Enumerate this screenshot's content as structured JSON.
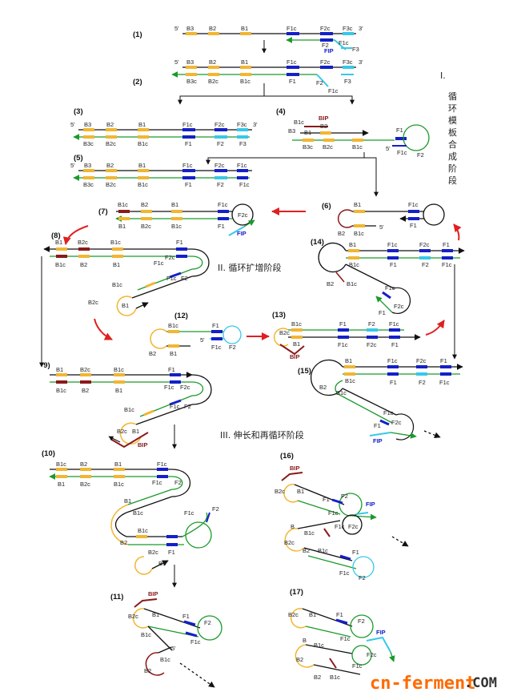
{
  "colors": {
    "strand": "#111111",
    "green": "#1a9a2a",
    "yellow": "#f1b632",
    "blue": "#1420c8",
    "cyan": "#38c8e8",
    "maroon": "#8a1a1a",
    "red": "#e02020",
    "watermark_orange": "#ff6a00",
    "watermark_gray": "#333333"
  },
  "steps": {
    "s1": "(1)",
    "s2": "(2)",
    "s3": "(3)",
    "s4": "(4)",
    "s5": "(5)",
    "s6": "(6)",
    "s7": "(7)",
    "s8": "(8)",
    "s9": "'9)",
    "s10": "(10)",
    "s11": "(11)",
    "s12": "(12)",
    "s13": "(13)",
    "s14": "(14)",
    "s15": "(15)",
    "s16": "(16)",
    "s17": "(17)"
  },
  "stages": {
    "stage1_num": "I.",
    "stage1_chars": [
      "循",
      "环",
      "模",
      "板",
      "合",
      "成",
      "阶",
      "段"
    ],
    "stage2": "II. 循环扩增阶段",
    "stage3": "III. 伸长和再循环阶段"
  },
  "labels": {
    "five": "5'",
    "three": "3'",
    "B3": "B3",
    "B2": "B2",
    "B1": "B1",
    "F1c": "F1c",
    "F2c": "F2c",
    "F3c": "F3c",
    "B3c": "B3c",
    "B2c": "B2c",
    "B1c": "B1c",
    "F1": "F1",
    "F2": "F2",
    "F3": "F3",
    "B": "B"
  },
  "primers": {
    "FIP": "FIP",
    "BIP": "BIP"
  },
  "watermark": {
    "site": "cn-ferment",
    "tld": ".COM"
  }
}
